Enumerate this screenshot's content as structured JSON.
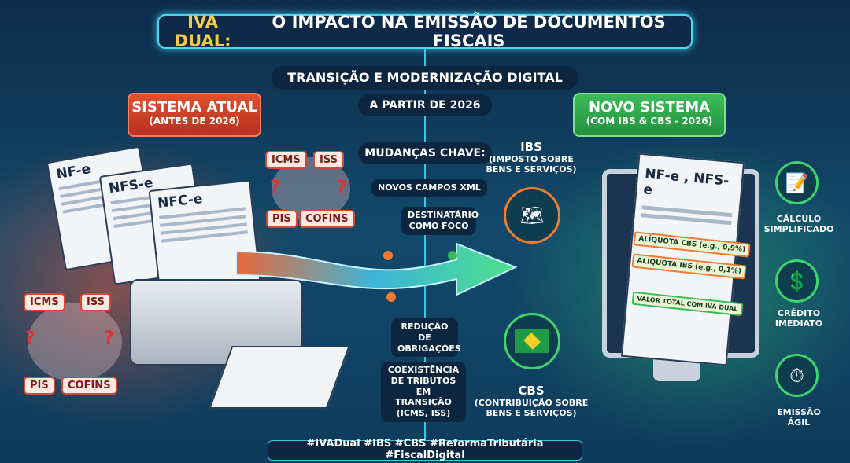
{
  "header": {
    "title_highlight": "IVA DUAL:",
    "title_rest": " O IMPACTO NA EMISSÃO DE DOCUMENTOS FISCAIS",
    "subtitle": "TRANSIÇÃO E MODERNIZAÇÃO DIGITAL",
    "date": "A PARTIR DE 2026"
  },
  "left": {
    "title": "SISTEMA ATUAL",
    "subtitle": "(ANTES DE 2026)",
    "documents": [
      "NF-e",
      "NFS-e",
      "NFC-e"
    ],
    "taxes": [
      "ICMS",
      "ISS",
      "PIS",
      "COFINS"
    ],
    "question": "?"
  },
  "right": {
    "title": "NOVO SISTEMA",
    "subtitle": "(COM IBS & CBS - 2026)",
    "ibs": {
      "name": "IBS",
      "desc": "(IMPOSTO SOBRE BENS E SERVIÇOS)"
    },
    "cbs": {
      "name": "CBS",
      "desc": "(CONTRIBUIÇÃO SOBRE BENS E SERVIÇOS)"
    },
    "invoice": {
      "title": "NF-e , NFS-e",
      "rows": [
        "ALÍQUOTA CBS (e.g., 0,9%)",
        "ALÍQUOTA IBS (e.g., 0,1%)"
      ],
      "total": "VALOR TOTAL COM IVA DUAL"
    },
    "benefits": [
      {
        "icon": "checklist-icon",
        "label": "CÁLCULO SIMPLIFICADO"
      },
      {
        "icon": "money-hand-icon",
        "label": "CRÉDITO IMEDIATO"
      },
      {
        "icon": "stopwatch-icon",
        "label": "EMISSÃO ÁGIL"
      }
    ]
  },
  "changes": {
    "title": "MUDANÇAS CHAVE:",
    "items": [
      "NOVOS CAMPOS XML",
      "DESTINATÁRIO COMO FOCO",
      "REDUÇÃO DE OBRIGAÇÕES",
      "COEXISTÊNCIA DE TRIBUTOS EM TRANSIÇÃO (ICMS, ISS)"
    ]
  },
  "footer": {
    "hashtags": "#IVADual #IBS #CBS #ReformaTributária #FiscalDigital"
  },
  "colors": {
    "accent": "#4fd6ee",
    "highlight": "#f7c948",
    "old": "#d24a36",
    "new": "#3dbb5a"
  }
}
